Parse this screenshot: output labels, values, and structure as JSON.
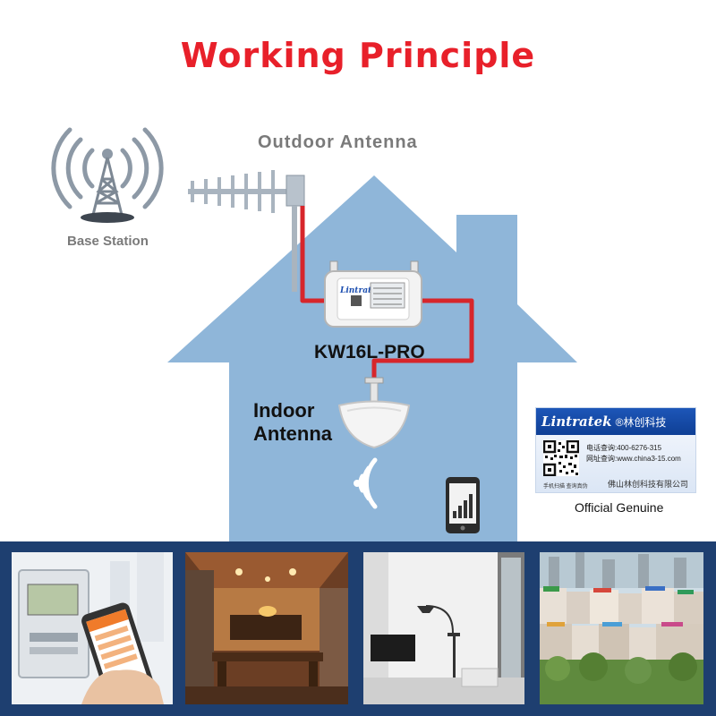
{
  "title": "Working Principle",
  "labels": {
    "outdoor_antenna": "Outdoor Antenna",
    "base_station": "Base Station",
    "model": "KW16L-PRO",
    "indoor_antenna_line1": "Indoor",
    "indoor_antenna_line2": "Antenna",
    "official_genuine": "Official Genuine"
  },
  "seal": {
    "brand": "Lintratek",
    "brand_cn": "®林创科技",
    "phone_line": "电话查询:400-6276-315",
    "web_line": "网址查询:www.china3-15.com",
    "scan_hint": "手机扫描 查询真伪",
    "company": "佛山林创科技有限公司"
  },
  "device": {
    "brand": "Lintratek"
  },
  "colors": {
    "title": "#e8202a",
    "house": "#8fb6d9",
    "cable": "#d7262b",
    "bottom_band": "#1e3f70"
  },
  "icons": [
    "base-station-tower-icon",
    "yagi-antenna-icon",
    "repeater-device-icon",
    "ceiling-antenna-icon",
    "wifi-waves-icon",
    "smartphone-signal-icon",
    "qr-code-icon"
  ]
}
